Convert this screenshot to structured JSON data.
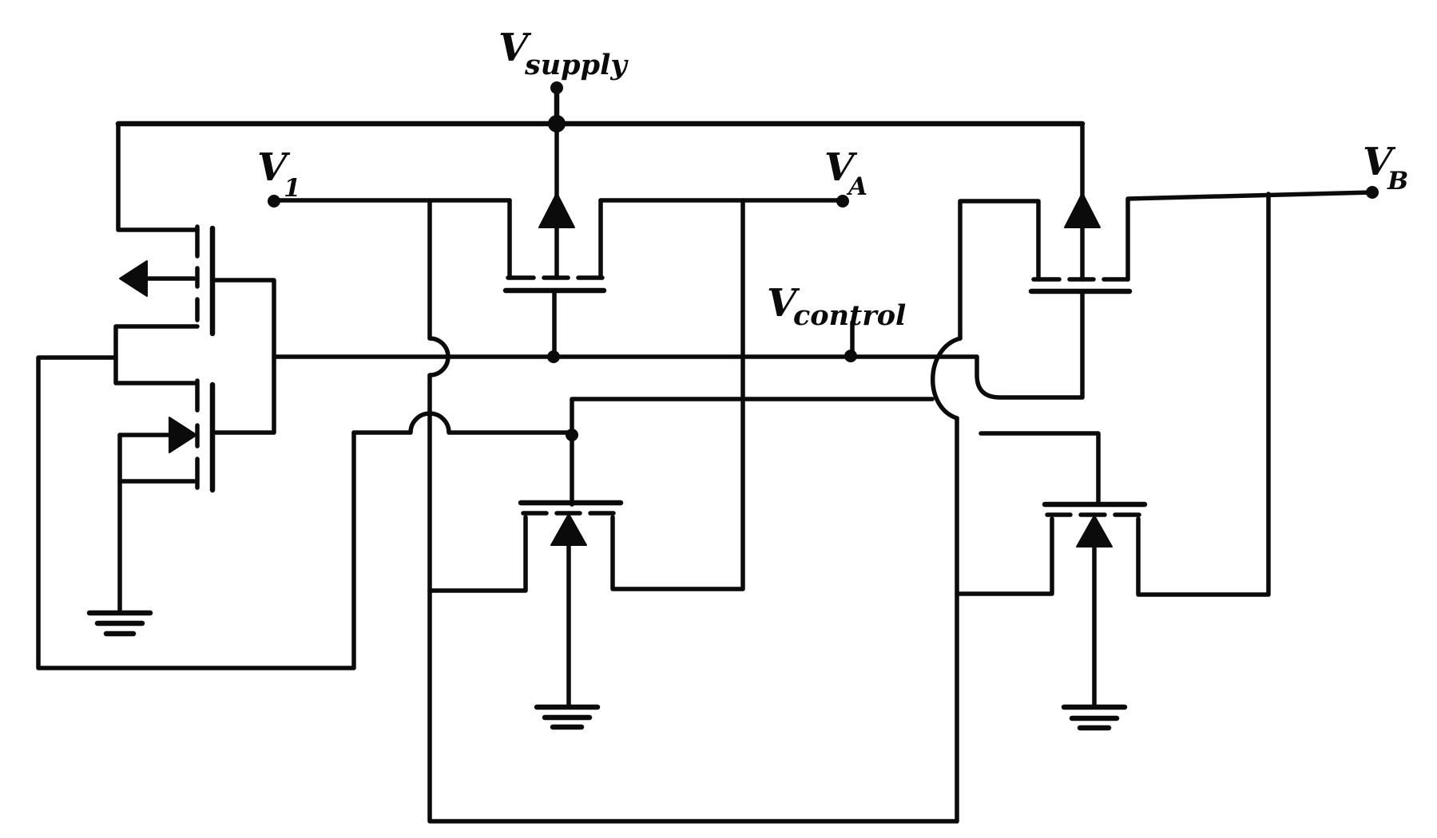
{
  "page": {
    "background_color": "#ffffff",
    "ink_color": "#0b0b0b",
    "description": "Hand-drawn CMOS transistor schematic"
  },
  "labels": {
    "supply": {
      "base": "V",
      "sub": "supply"
    },
    "input1": {
      "base": "V",
      "sub": "1"
    },
    "node_a": {
      "base": "V",
      "sub": "A"
    },
    "node_b": {
      "base": "V",
      "sub": "B"
    },
    "control": {
      "base": "V",
      "sub": "control"
    }
  }
}
